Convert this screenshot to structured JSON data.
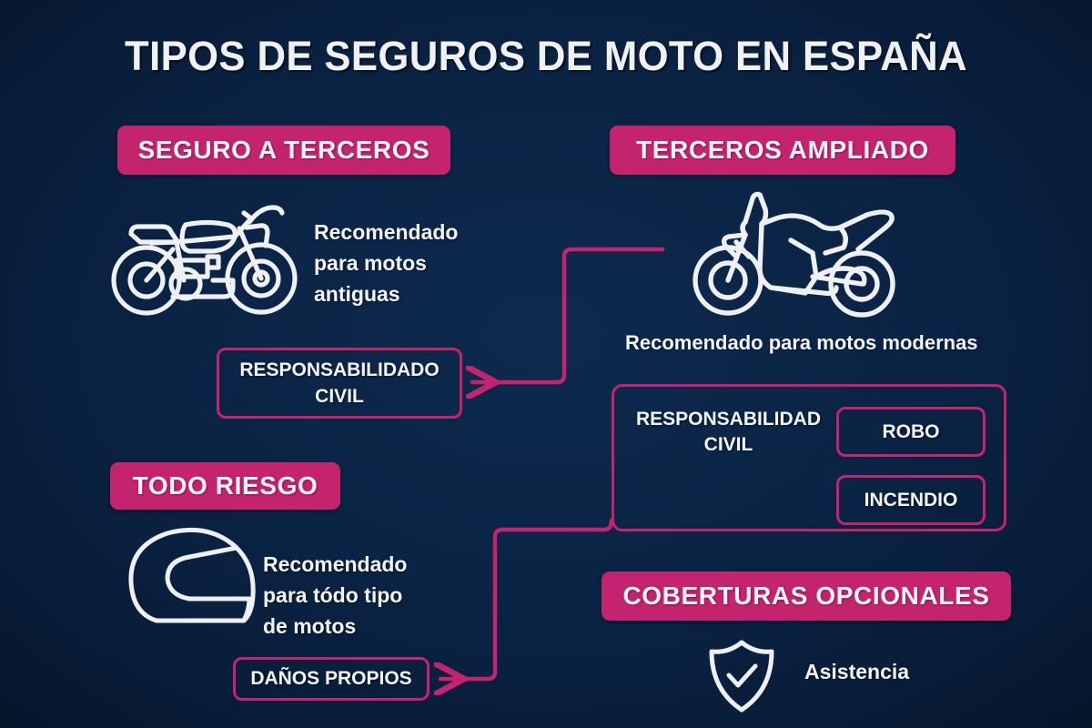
{
  "page": {
    "title": "TIPOS DE SEGUROS DE MOTO EN ESPAÑA",
    "background_color": "#0b2446",
    "accent_color": "#c4246e",
    "text_color": "#f2f4f7"
  },
  "sections": {
    "terceros": {
      "badge": "SEGURO A TERCEROS",
      "icon": "classic-motorcycle-icon",
      "description_lines": [
        "Recomendado",
        "para motos",
        "antiguas"
      ],
      "coverage_box": "RESPONSABILIDADO CIVIL"
    },
    "terceros_ampliado": {
      "badge": "TERCEROS AMPLIADO",
      "icon": "sport-motorcycle-icon",
      "description": "Recomendado para motos modernas",
      "panel": {
        "main_label_lines": [
          "RESPONSABILIDAD",
          "CIVIL"
        ],
        "extras": [
          "ROBO",
          "INCENDIO"
        ]
      }
    },
    "todo_riesgo": {
      "badge": "TODO RIESGO",
      "icon": "helmet-icon",
      "description_lines": [
        "Recomendado",
        "para tódo tipo",
        "de motos"
      ],
      "coverage_box": "DAÑOS PROPIOS"
    },
    "coberturas_opcionales": {
      "badge": "COBERTURAS OPCIONALES",
      "items": [
        {
          "icon": "shield-check-icon",
          "label": "Asistencia"
        }
      ]
    }
  }
}
